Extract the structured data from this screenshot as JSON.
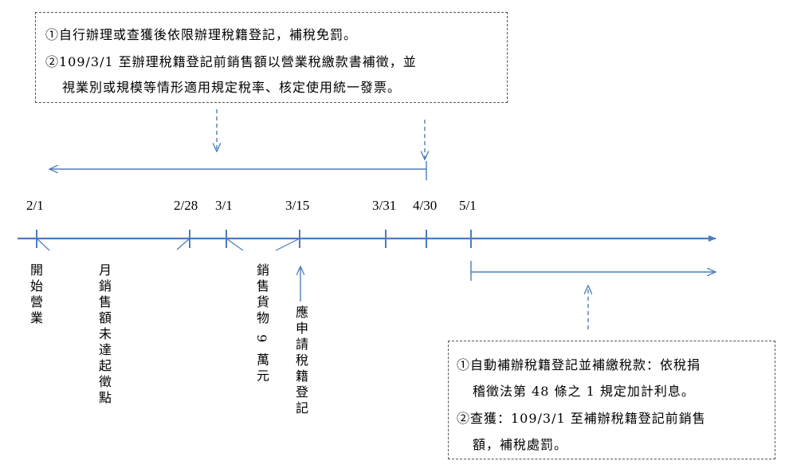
{
  "top_note": {
    "line1": "①自行辦理或查獲後依限辦理稅籍登記，補稅免罰。",
    "line2": "②109/3/1 至辦理稅籍登記前銷售額以營業稅繳款書補徵，並",
    "line3": "視業別或規模等情形適用規定稅率、核定使用統一發票。"
  },
  "bottom_note": {
    "line1": "①自動補辦稅籍登記並補繳稅款：依稅捐",
    "line2": "稽徵法第 48 條之 1 規定加計利息。",
    "line3": "②查獲：109/3/1 至補辦稅籍登記前銷售",
    "line4": "額，補稅處罰。"
  },
  "timeline": {
    "ticks": [
      "2/1",
      "2/28",
      "3/1",
      "3/15",
      "3/31",
      "4/30",
      "5/1"
    ]
  },
  "events": {
    "start_business": "開始營業",
    "monthly_sales_below": "月銷售額未達起徵點",
    "sales_90k": "銷售貨物 9 萬元",
    "should_register": "應申請稅籍登記"
  },
  "colors": {
    "line_blue": "#4a7ebb",
    "dash_gray": "#555555"
  }
}
